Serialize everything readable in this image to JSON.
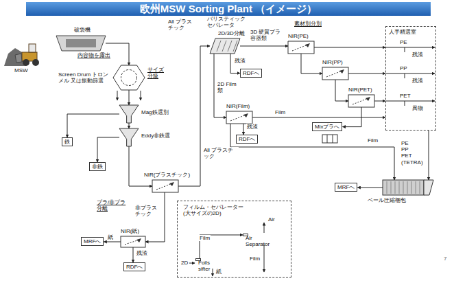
{
  "diagram": {
    "title": "欧州MSW Sorting Plant （イメージ）",
    "nodes": [
      {
        "text": [
          "破袋機"
        ]
      },
      {
        "text": [
          "サイズ 分級"
        ]
      },
      {
        "text": [
          "Mag鉄選別"
        ]
      },
      {
        "text": [
          "鉄"
        ]
      },
      {
        "text": [
          "Eddy非鉄選"
        ]
      },
      {
        "text": [
          "非鉄"
        ]
      },
      {
        "text": [
          "NIR(プラスチック)"
        ]
      },
      {
        "text": [
          "NIR(紙)"
        ]
      },
      {
        "text": [
          "MRFへ"
        ]
      },
      {
        "text": [
          "RDFへ"
        ]
      },
      {
        "text": [
          "バリスティック セパレータ",
          "2D/3D分離"
        ]
      },
      {
        "text": [
          "RDFへ"
        ]
      },
      {
        "text": [
          "NIR(Film)"
        ]
      },
      {
        "text": [
          "RDFへ"
        ]
      },
      {
        "text": [
          "NIR(PE)"
        ]
      },
      {
        "text": [
          "NIR(PP)"
        ]
      },
      {
        "text": [
          "NIR(PET)"
        ]
      },
      {
        "text": [
          "人手精選室"
        ]
      },
      {
        "text": [
          "Mixプラへ"
        ]
      },
      {
        "text": [
          "ベール圧縮梱包"
        ]
      },
      {
        "text": [
          "MRFへ"
        ]
      },
      {
        "text": [
          "フィルム・セパレーター (大サイズの2D)"
        ]
      },
      {
        "text": [
          "Foils sifter"
        ],
        "in": 21
      },
      {
        "text": [
          "Air Separator"
        ],
        "in": 21
      }
    ],
    "edges": [
      {
        "from": 0,
        "to": 1,
        "arrow": "to"
      },
      {
        "from": 1,
        "to": 2,
        "arrow": "to"
      },
      {
        "from": 2,
        "to": 3,
        "arrow": "to"
      },
      {
        "from": 2,
        "to": 4,
        "arrow": "to"
      },
      {
        "from": 4,
        "to": 5,
        "arrow": "to"
      },
      {
        "from": 4,
        "to": 6,
        "arrow": "to"
      },
      {
        "from": 6,
        "to": 10,
        "label": "All プラスチック",
        "arrow": "to"
      },
      {
        "from": 6,
        "to": 7,
        "label": "非プラスチック",
        "arrow": "to"
      },
      {
        "from": 7,
        "to": 8,
        "label": "紙",
        "arrow": "to"
      },
      {
        "from": 7,
        "to": 9,
        "label": "残渣",
        "arrow": "to"
      },
      {
        "from": 10,
        "to": 14,
        "label": "3D 硬質プラ 容器類",
        "arrow": "to"
      },
      {
        "from": 10,
        "to": 11,
        "label": "残渣",
        "arrow": "to"
      },
      {
        "from": 10,
        "to": 12,
        "label": "2D Film類",
        "arrow": "to"
      },
      {
        "from": 12,
        "to": 17,
        "label": "Film",
        "arrow": "to"
      },
      {
        "from": 12,
        "to": 13,
        "label": "残渣",
        "arrow": "to"
      },
      {
        "from": 12,
        "to": 19,
        "label": "Film",
        "arrow": "to"
      },
      {
        "from": 14,
        "to": 15,
        "arrow": "to"
      },
      {
        "from": 15,
        "to": 16,
        "arrow": "to"
      },
      {
        "from": 14,
        "to": 17,
        "label": "PE",
        "arrow": "to"
      },
      {
        "from": 15,
        "to": 17,
        "label": "PP",
        "arrow": "to"
      },
      {
        "from": 16,
        "to": 17,
        "label": "PET",
        "arrow": "to"
      },
      {
        "from": 16,
        "to": 18,
        "arrow": "to"
      },
      {
        "from": 17,
        "to": 19,
        "label": "PE PP PET (TETRA)",
        "arrow": "to"
      },
      {
        "from": 19,
        "to": 20,
        "arrow": "to"
      },
      {
        "from": 22,
        "to": 23,
        "label": "Film",
        "arrow": "to"
      }
    ],
    "labels": [
      "MSW",
      "内容物を露出",
      "Screen Drum トロンメル 又は振動篩選",
      "All プラスチック",
      "プラ/非プラ 分離",
      "素材別分別",
      "残渣",
      "残渣",
      "異物",
      "2D",
      "Air",
      "Film",
      "紙",
      "7"
    ]
  }
}
